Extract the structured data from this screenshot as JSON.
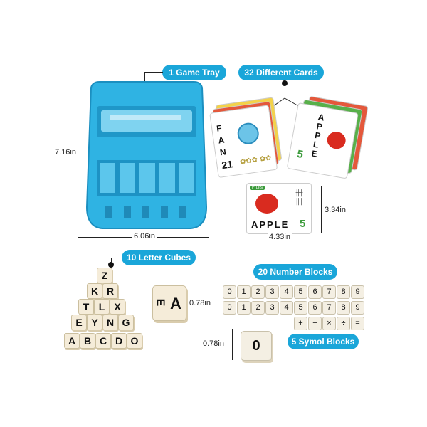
{
  "labels": {
    "game_tray": "1 Game Tray",
    "cards": "32 Different Cards",
    "letter_cubes": "10 Letter Cubes",
    "number_blocks": "20 Number Blocks",
    "symbol_blocks": "5 Symol Blocks"
  },
  "dimensions": {
    "tray_height": "7.16in",
    "tray_width": "6.06in",
    "card_height": "3.34in",
    "card_width": "4.33in",
    "cube_size": "0.78in",
    "block_size": "0.78in"
  },
  "cards": {
    "left_word": "FAN",
    "left_equation": "21",
    "right_word": "APPLE",
    "right_number": "5",
    "flat_word": "APPLE",
    "flat_number": "5",
    "flat_tag": "Fruits"
  },
  "letter_pyramid": {
    "row1": [
      "Z"
    ],
    "row2": [
      "R",
      "K"
    ],
    "row3": [
      "T",
      "L",
      "X"
    ],
    "row4": [
      "E",
      "Y",
      "N",
      "G"
    ],
    "row5": [
      "A",
      "B",
      "C",
      "D",
      "O"
    ]
  },
  "big_cubes": [
    "A",
    "E"
  ],
  "number_rows": [
    [
      "0",
      "1",
      "2",
      "3",
      "4",
      "5",
      "6",
      "7",
      "8",
      "9"
    ],
    [
      "0",
      "1",
      "2",
      "3",
      "4",
      "5",
      "6",
      "7",
      "8",
      "9"
    ]
  ],
  "symbol_row": [
    "+",
    "−",
    "×",
    "÷",
    "="
  ],
  "single_block": "0",
  "colors": {
    "accent": "#1aa6d9",
    "tray": "#2fb3e3"
  }
}
